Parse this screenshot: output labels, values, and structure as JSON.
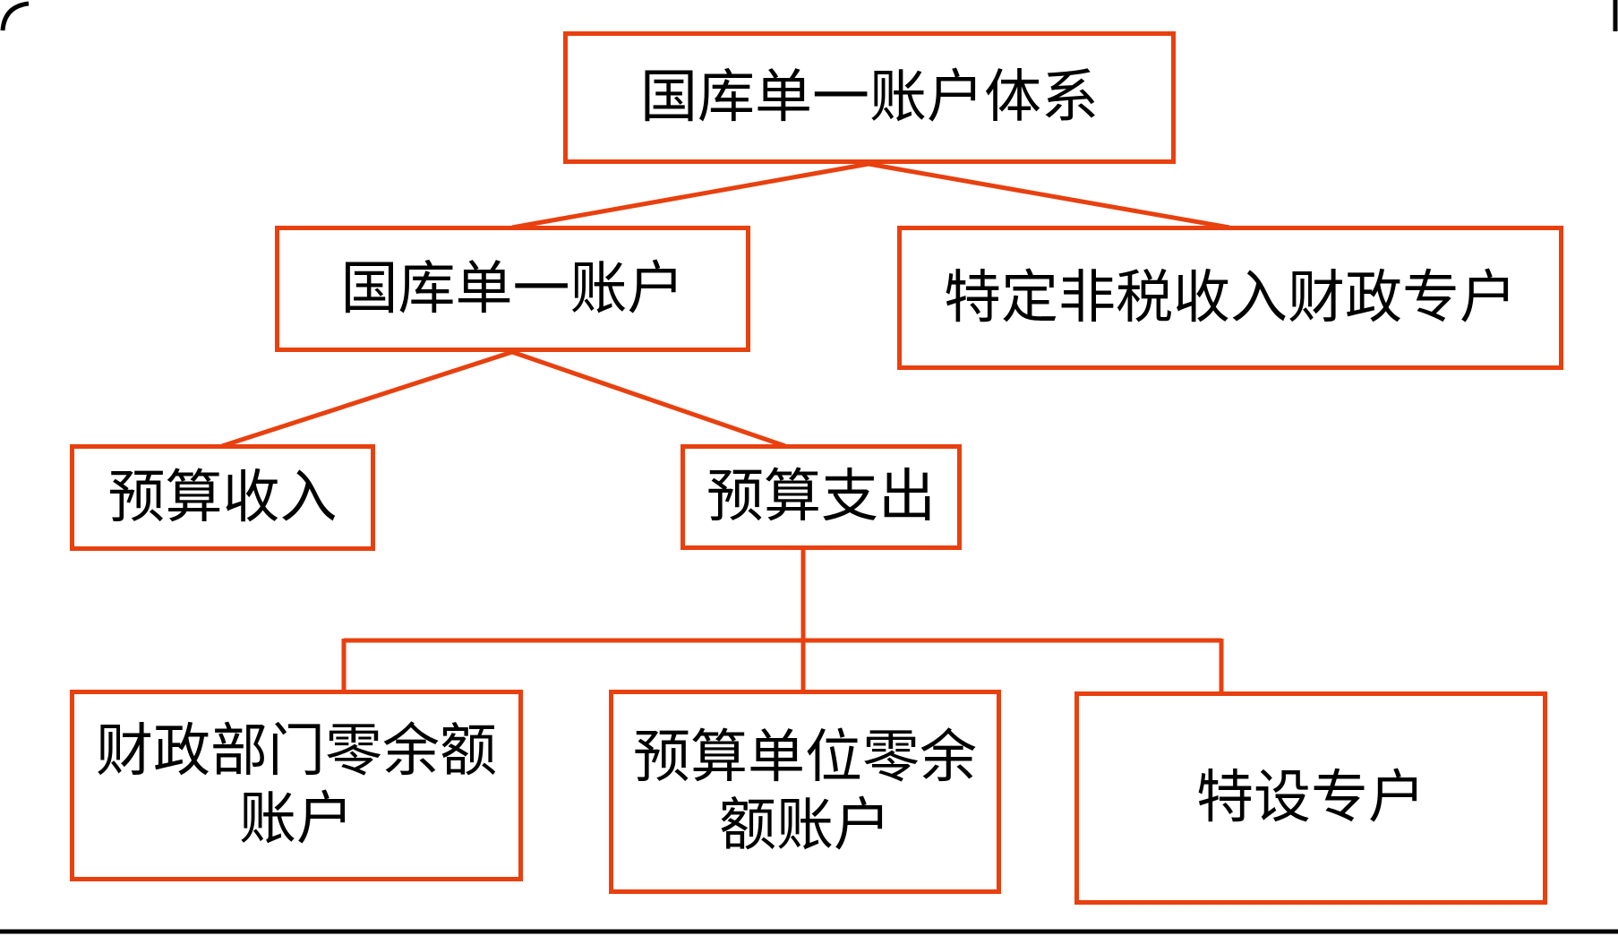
{
  "colors": {
    "accent": "#E8400F",
    "text": "#000000",
    "background": "#FFFFFF",
    "frame": "#000000"
  },
  "diagram": {
    "type": "hierarchy-flowchart",
    "title": "国库单一账户体系",
    "nodes": {
      "root": {
        "label": "国库单一账户体系"
      },
      "tsa": {
        "label": "国库单一账户"
      },
      "nontax": {
        "label": "特定非税收入财政专户"
      },
      "revenue": {
        "label": "预算收入"
      },
      "expenditure": {
        "label": "预算支出"
      },
      "finzero": {
        "label": "财政部门零余额\n账户"
      },
      "unitzero": {
        "label": "预算单位零余\n额账户"
      },
      "special": {
        "label": "特设专户"
      }
    },
    "edges": [
      {
        "from": "root",
        "to": "tsa"
      },
      {
        "from": "root",
        "to": "nontax"
      },
      {
        "from": "tsa",
        "to": "revenue"
      },
      {
        "from": "tsa",
        "to": "expenditure"
      },
      {
        "from": "expenditure",
        "to": "finzero"
      },
      {
        "from": "expenditure",
        "to": "unitzero"
      },
      {
        "from": "expenditure",
        "to": "special"
      }
    ]
  }
}
